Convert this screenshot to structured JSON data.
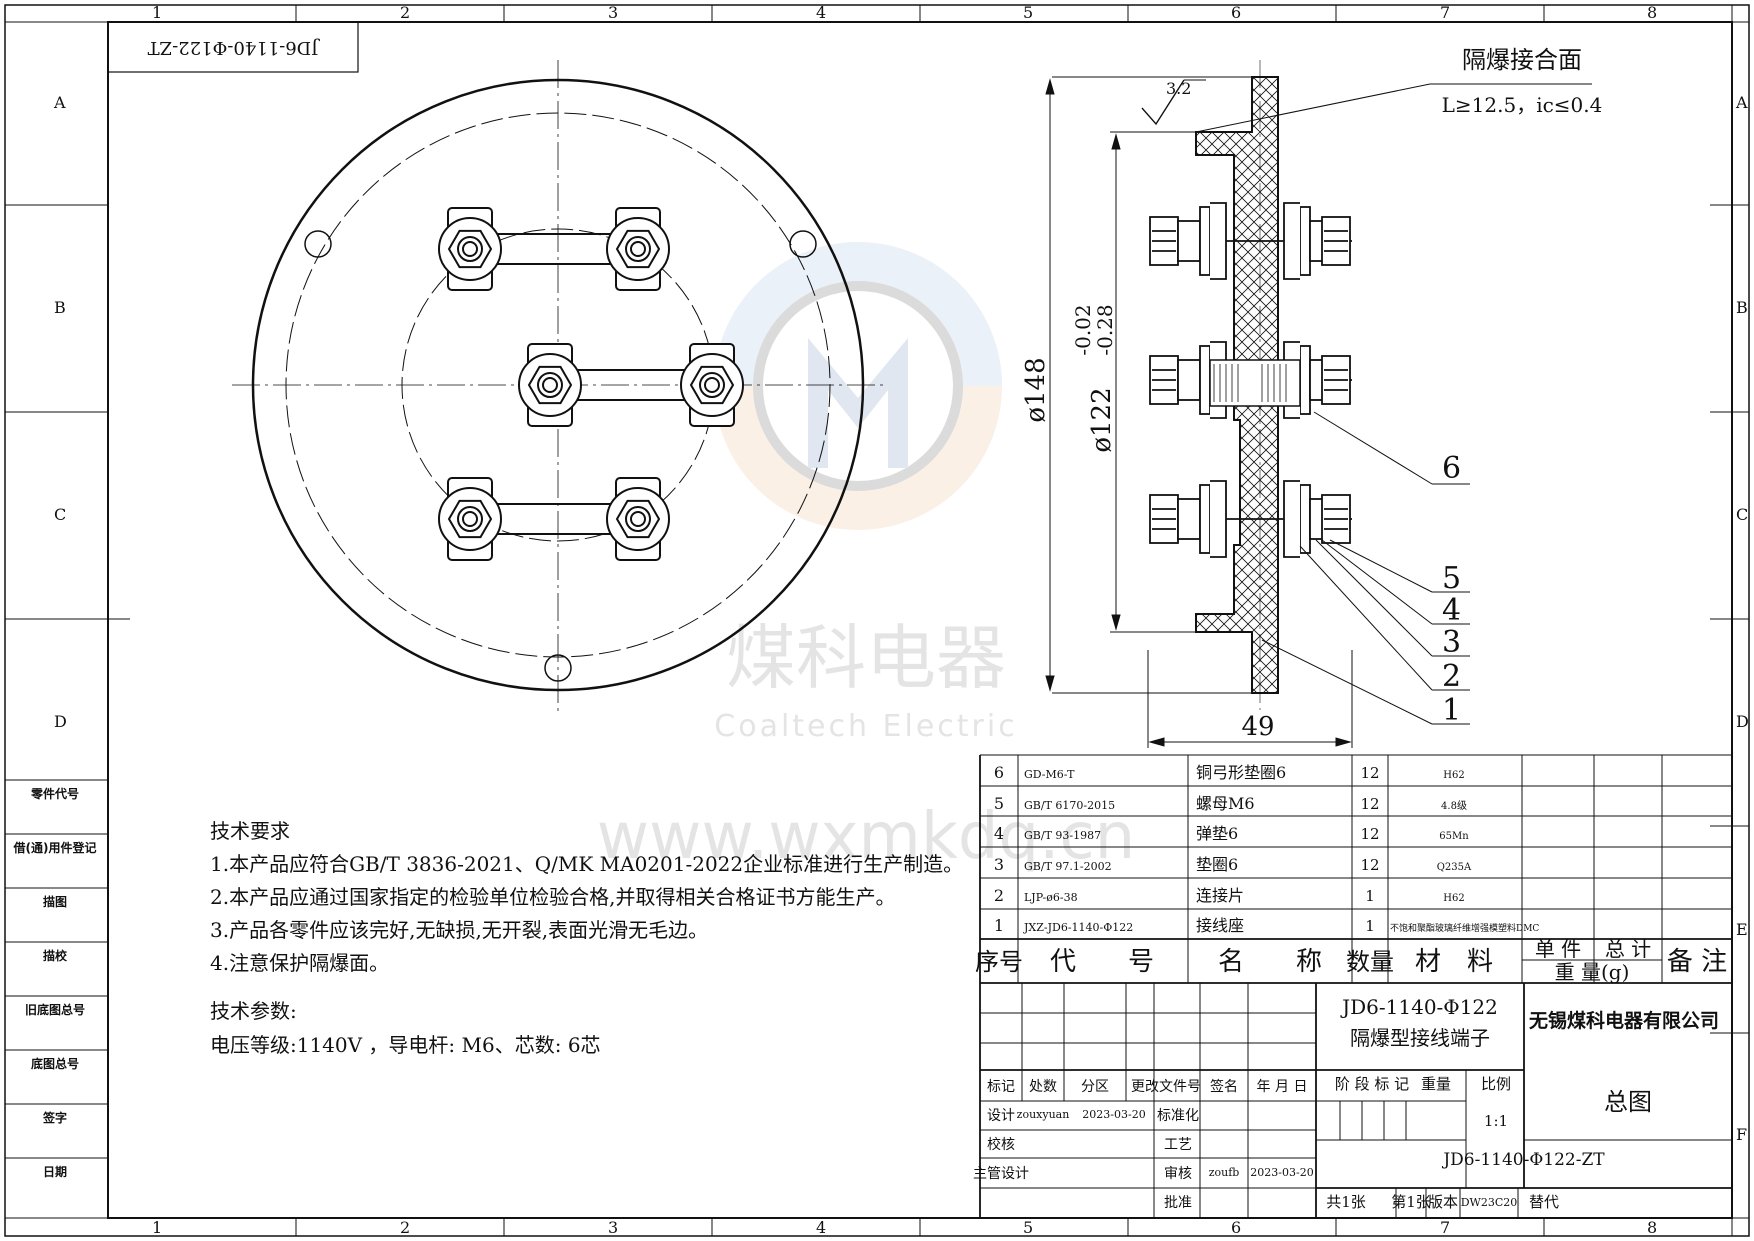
{
  "frame": {
    "columns": [
      "1",
      "2",
      "3",
      "4",
      "5",
      "6",
      "7",
      "8"
    ],
    "rows": [
      "A",
      "B",
      "C",
      "D",
      "E",
      "F"
    ]
  },
  "drawing_code_mirrored": "JD6-1140-Φ122-ZT",
  "watermark": {
    "cn": "煤科电器",
    "en": "Coaltech Electric",
    "url": "www.wxmkdq.cn"
  },
  "annotations": {
    "flameproof_joint": "隔爆接合面",
    "joint_spec": "L≥12.5，ic≤0.4",
    "roughness": "3.2",
    "dia_outer": "ø148",
    "dia_inner": "ø122",
    "tol_upper": "-0.02",
    "tol_lower": "-0.28",
    "thickness": "49",
    "balloons": [
      "6",
      "5",
      "4",
      "3",
      "2",
      "1"
    ]
  },
  "side_labels": [
    "零件代号",
    "借(通)用件登记",
    "描图",
    "描校",
    "旧底图总号",
    "底图总号",
    "签字",
    "日期"
  ],
  "tech": {
    "req_title": "技术要求",
    "req": [
      "1.本产品应符合GB/T 3836-2021、Q/MK MA0201-2022企业标准进行生产制造。",
      "2.本产品应通过国家指定的检验单位检验合格,并取得相关合格证书方能生产。",
      "3.产品各零件应该完好,无缺损,无开裂,表面光滑无毛边。",
      "4.注意保护隔爆面。"
    ],
    "param_title": "技术参数:",
    "param": "电压等级:1140V ，导电杆: M6、芯数: 6芯"
  },
  "bom": {
    "rows": [
      {
        "no": "6",
        "code": "GD-M6-T",
        "name": "铜弓形垫圈6",
        "qty": "12",
        "mat": "H62"
      },
      {
        "no": "5",
        "code": "GB/T 6170-2015",
        "name": "螺母M6",
        "qty": "12",
        "mat": "4.8级"
      },
      {
        "no": "4",
        "code": "GB/T 93-1987",
        "name": "弹垫6",
        "qty": "12",
        "mat": "65Mn"
      },
      {
        "no": "3",
        "code": "GB/T 97.1-2002",
        "name": "垫圈6",
        "qty": "12",
        "mat": "Q235A"
      },
      {
        "no": "2",
        "code": "LJP-ø6-38",
        "name": "连接片",
        "qty": "1",
        "mat": "H62"
      },
      {
        "no": "1",
        "code": "JXZ-JD6-1140-Φ122",
        "name": "接线座",
        "qty": "1",
        "mat": "不饱和聚酯玻璃纤维增强模塑料DMC"
      }
    ],
    "headers": {
      "no": "序号",
      "code": "代　　号",
      "name": "名　　称",
      "qty": "数量",
      "mat": "材　料",
      "unit": "单 件",
      "total": "总 计",
      "weight": "重 量(g)",
      "remark": "备 注"
    }
  },
  "title_block": {
    "product_code": "JD6-1140-Φ122",
    "product_name": "隔爆型接线端子",
    "company": "无锡煤科电器有限公司",
    "h_mark": "标记",
    "h_count": "处数",
    "h_zone": "分区",
    "h_doc": "更改文件号",
    "h_sign": "签名",
    "h_date": "年 月 日",
    "r_design": "设计",
    "designer": "zouxyuan",
    "design_date": "2023-03-20",
    "r_std": "标准化",
    "r_check": "校核",
    "r_craft": "工艺",
    "r_chief": "主管设计",
    "r_audit": "审核",
    "auditor": "zoufb",
    "audit_date": "2023-03-20",
    "r_approve": "批准",
    "stage": "阶 段 标 记",
    "weight": "重量",
    "scale_label": "比例",
    "scale": "1:1",
    "drawing_type": "总图",
    "drawing_no": "JD6-1140-Φ122-ZT",
    "sheets_total": "共1张",
    "sheet_no": "第1张",
    "version_label": "版本",
    "version": "DW23C20",
    "replace": "替代"
  }
}
